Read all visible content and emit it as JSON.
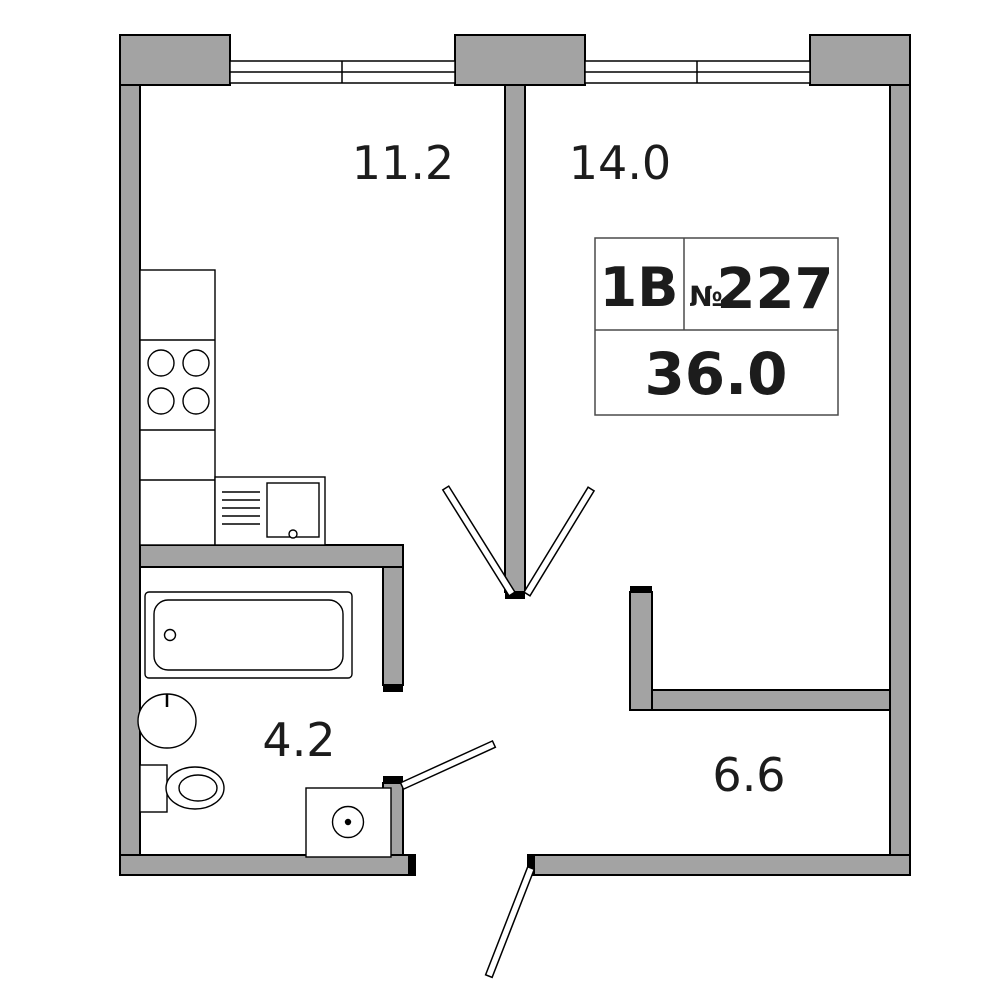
{
  "plan": {
    "rooms": [
      {
        "id": "kitchen",
        "area": "11.2"
      },
      {
        "id": "living-room",
        "area": "14.0"
      },
      {
        "id": "bathroom",
        "area": "4.2"
      },
      {
        "id": "hallway",
        "area": "6.6"
      }
    ],
    "title_block": {
      "type": "1В",
      "number_sign": "№",
      "number": "227",
      "total_area": "36.0"
    },
    "colors": {
      "wall": "#a3a3a3",
      "wall_outline": "#000000",
      "text": "#1c1c1c",
      "background": "#ffffff"
    }
  }
}
